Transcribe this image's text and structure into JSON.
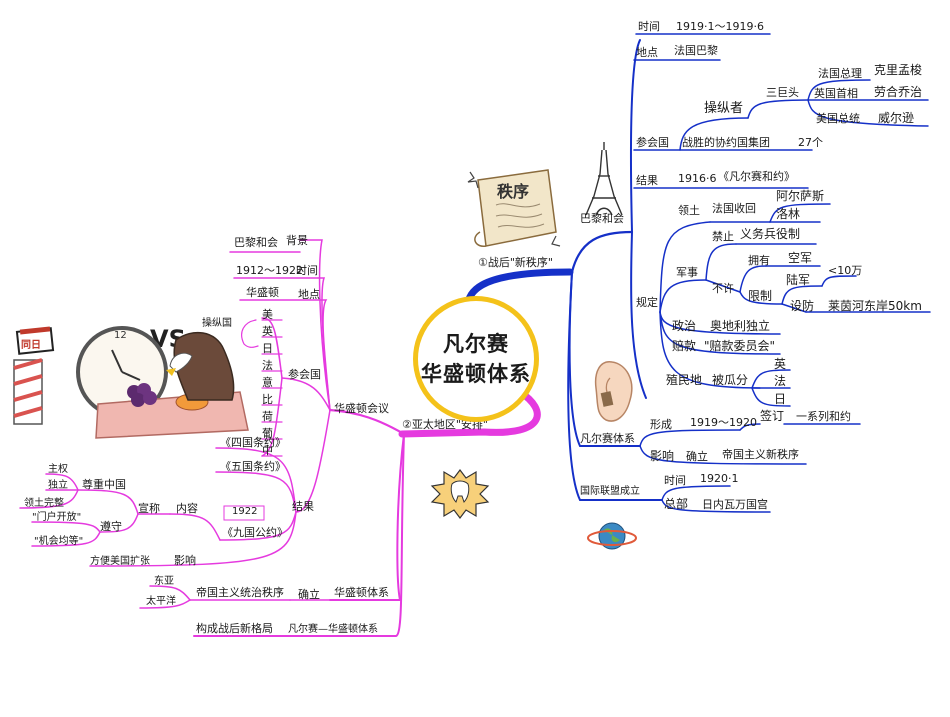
{
  "center": {
    "line1": "凡尔赛",
    "line2": "华盛顿体系"
  },
  "decor": {
    "order_scroll_text": "秩序",
    "calendar_text": "同日",
    "vs_text": "VS"
  },
  "colors": {
    "right": "#1530c8",
    "left": "#e53adf",
    "center_ring": "#f4c21a",
    "topic2_fill": "#e53adf"
  },
  "right": {
    "topic": "①战后\"新秩序\"",
    "paris": {
      "label": "巴黎和会",
      "time_label": "时间",
      "time_value": "1919·1～1919·6",
      "place_label": "地点",
      "place_value": "法国巴黎",
      "participants_label": "参会国",
      "participants_value": "战胜的协约国集团",
      "participants_count": "27个",
      "controllers_label": "操纵者",
      "big_three": "三巨头",
      "france_label": "法国总理",
      "france_name": "克里孟梭",
      "uk_label": "英国首相",
      "uk_name": "劳合乔治",
      "us_label": "美国总统",
      "us_name": "威尔逊",
      "result_label": "结果",
      "result_date": "1916·6",
      "result_value": "《凡尔赛和约》",
      "rules_label": "规定",
      "territory_label": "领土",
      "france_recover": "法国收回",
      "alsace": "阿尔萨斯",
      "lorraine": "洛林",
      "military_label": "军事",
      "ban": "禁止",
      "conscription": "义务兵役制",
      "not_allowed": "不许",
      "have": "拥有",
      "airforce": "空军",
      "limit": "限制",
      "army": "陆军",
      "army_limit": "<10万",
      "fortify": "设防",
      "rhine": "莱茵河东岸50km",
      "politics_label": "政治",
      "politics_value": "奥地利独立",
      "reparation_label": "赔款",
      "reparation_value": "\"赔款委员会\"",
      "colony_label": "殖民地",
      "colony_value": "被瓜分",
      "colony_uk": "英",
      "colony_fr": "法",
      "colony_jp": "日"
    },
    "versailles": {
      "label": "凡尔赛体系",
      "form_label": "形成",
      "form_time": "1919～1920",
      "sign": "签订",
      "treaties": "一系列和约",
      "effect_label": "影响",
      "establish": "确立",
      "order": "帝国主义新秩序"
    },
    "league": {
      "label": "国际联盟成立",
      "time_label": "时间",
      "time_value": "1920·1",
      "hq_label": "总部",
      "hq_value": "日内瓦万国宫"
    }
  },
  "left": {
    "topic": "②亚太地区\"安排\"",
    "conference": {
      "label": "华盛顿会议",
      "bg_label": "背景",
      "bg_value": "巴黎和会",
      "time_label": "时间",
      "time_value": "1912～1922",
      "place_label": "地点",
      "place_value": "华盛顿",
      "participants_label": "参会国",
      "countries": [
        "美",
        "英",
        "日",
        "法",
        "意",
        "比",
        "荷",
        "葡",
        "中"
      ],
      "controllers": "操纵国",
      "result_label": "结果",
      "four_power": "《四国条约》",
      "five_power": "《五国条约》",
      "nine_power": "《九国公约》",
      "nine_power_year": "1922",
      "content_label": "内容",
      "declare": "宣称",
      "respect": "尊重中国",
      "sovereignty": "主权",
      "independence": "独立",
      "integrity": "领土完整",
      "abide": "遵守",
      "open_door": "\"门户开放\"",
      "equal_opportunity": "\"机会均等\"",
      "impact_label": "影响",
      "impact_value": "方便美国扩张"
    },
    "wash_system": {
      "label": "华盛顿体系",
      "establish": "确立",
      "value": "帝国主义统治秩序",
      "east_asia": "东亚",
      "pacific": "太平洋"
    },
    "final": {
      "value": "构成战后新格局",
      "label": "凡尔赛—华盛顿体系"
    }
  }
}
